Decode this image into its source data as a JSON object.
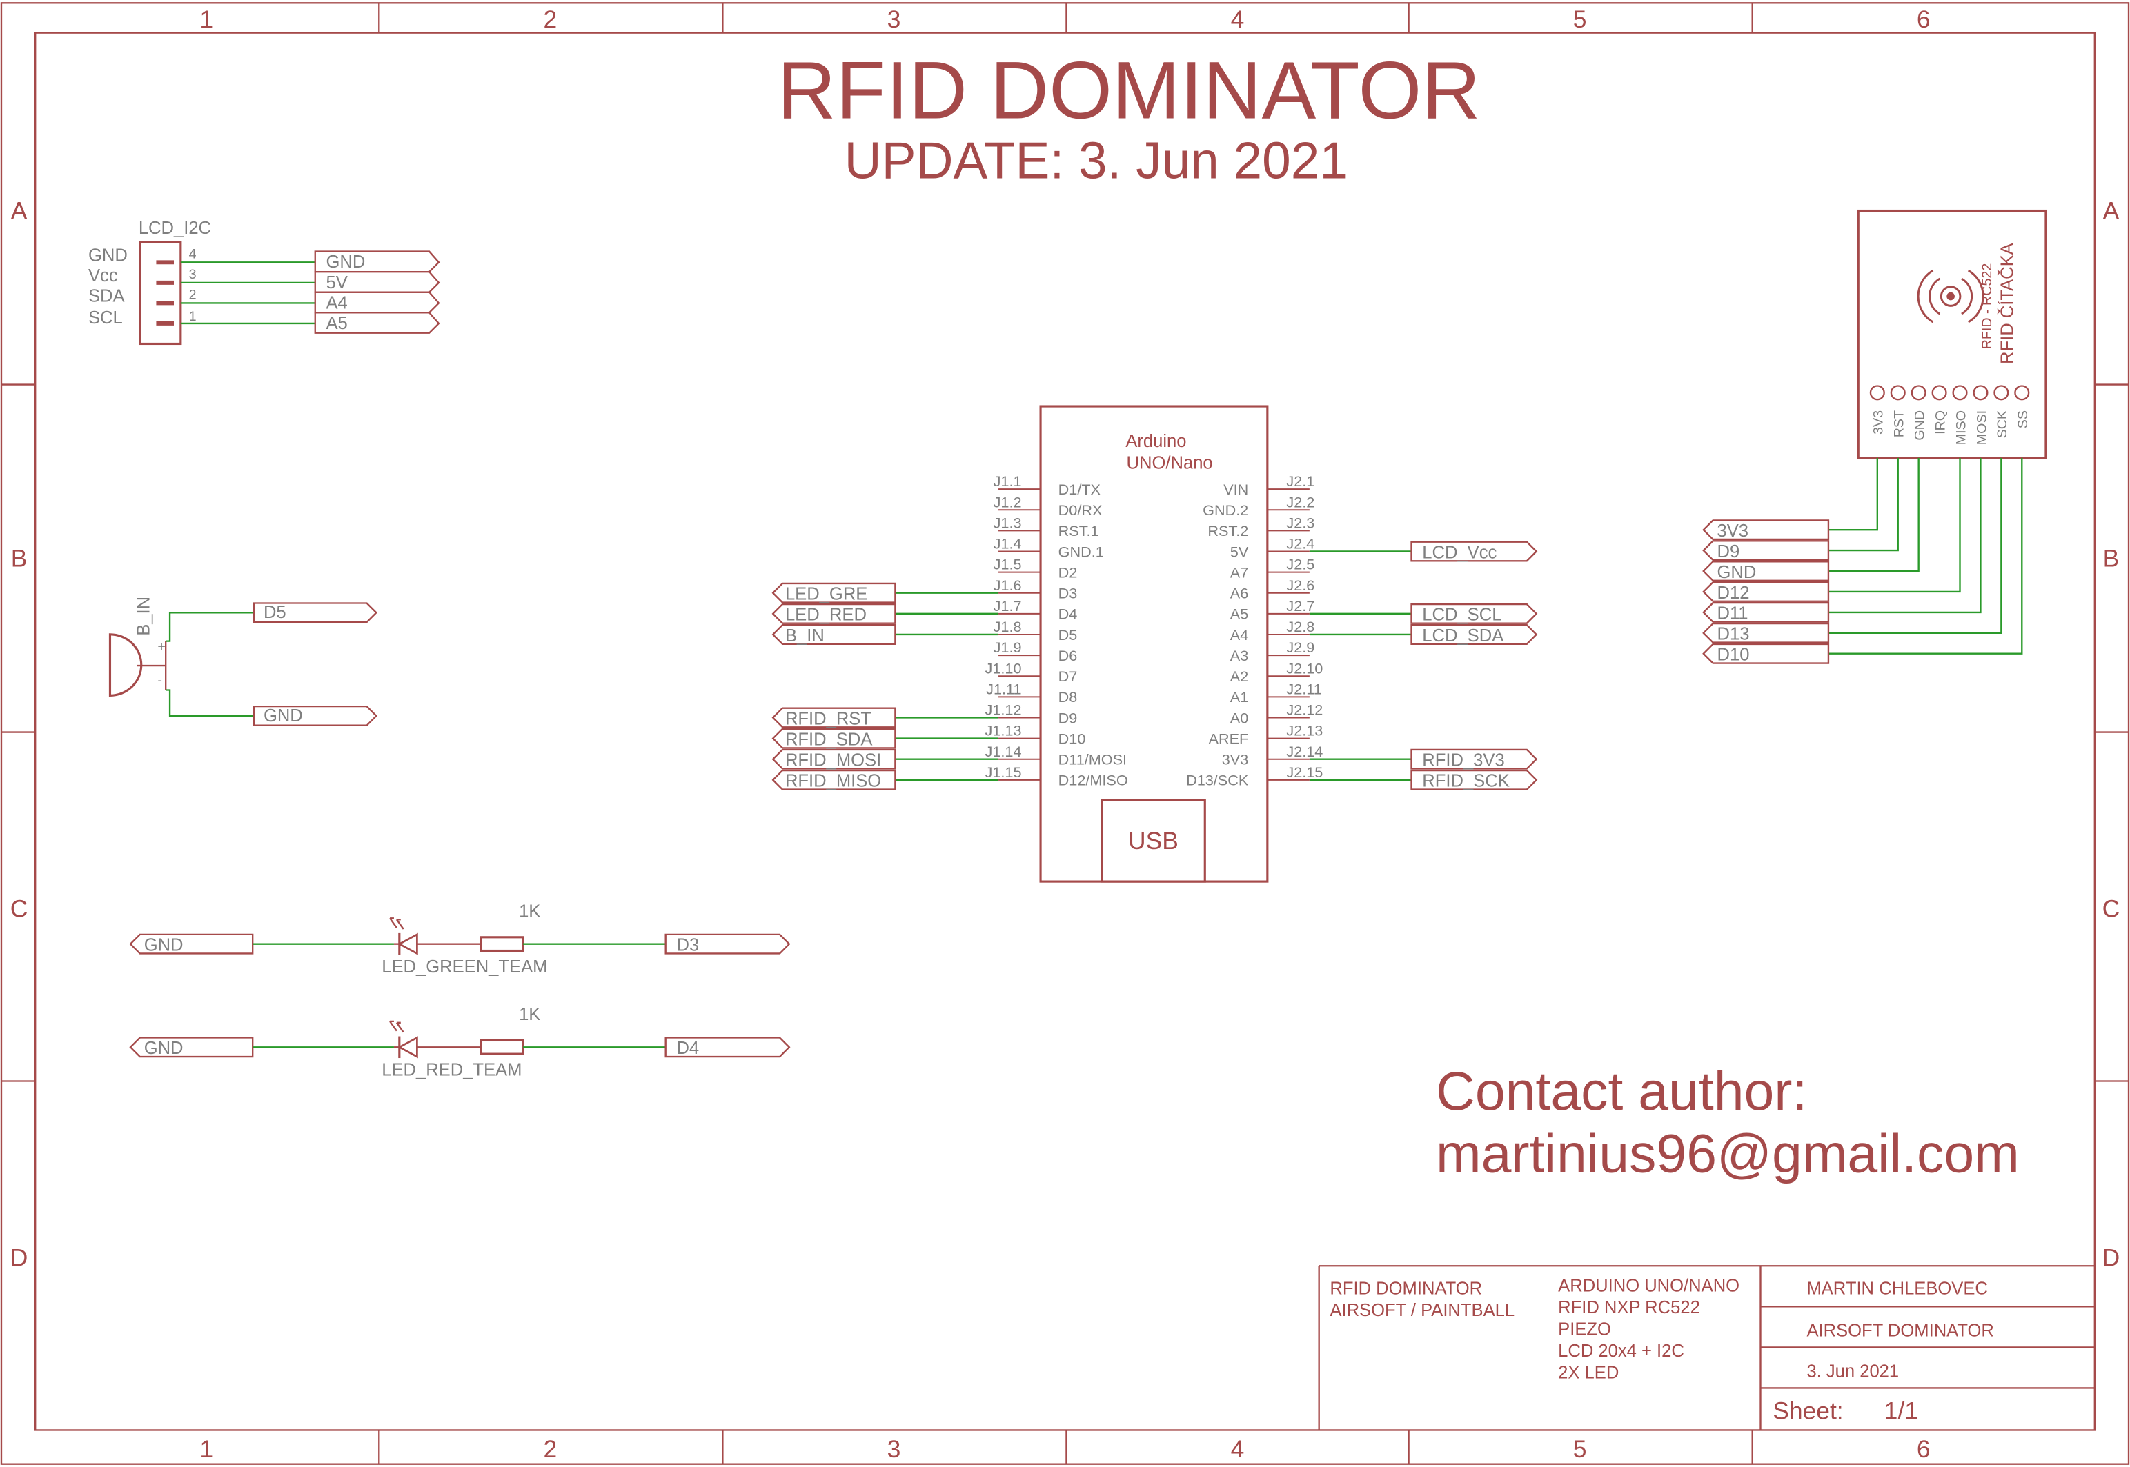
{
  "title": "RFID DOMINATOR",
  "update": "UPDATE: 3. Jun 2021",
  "colors": {
    "frame": "#a54a4a",
    "wire": "#2a9a2a",
    "text": "#7f7f7f",
    "background": "#ffffff"
  },
  "frame": {
    "columns": [
      "1",
      "2",
      "3",
      "4",
      "5",
      "6"
    ],
    "rows": [
      "A",
      "B",
      "C",
      "D"
    ]
  },
  "lcd": {
    "name": "LCD_I2C",
    "pins": [
      {
        "label": "GND",
        "num": "4",
        "net": "GND"
      },
      {
        "label": "Vcc",
        "num": "3",
        "net": "5V"
      },
      {
        "label": "SDA",
        "num": "2",
        "net": "A4"
      },
      {
        "label": "SCL",
        "num": "1",
        "net": "A5"
      }
    ]
  },
  "buzzer": {
    "name": "B_IN",
    "plus": "+",
    "minus": "-",
    "net_plus": "D5",
    "net_minus": "GND"
  },
  "arduino": {
    "name1": "Arduino",
    "name2": "UNO/Nano",
    "usb": "USB",
    "left": [
      {
        "pin": "J1.1",
        "func": "D1/TX"
      },
      {
        "pin": "J1.2",
        "func": "D0/RX"
      },
      {
        "pin": "J1.3",
        "func": "RST.1"
      },
      {
        "pin": "J1.4",
        "func": "GND.1"
      },
      {
        "pin": "J1.5",
        "func": "D2"
      },
      {
        "pin": "J1.6",
        "func": "D3",
        "net": "LED_GRE"
      },
      {
        "pin": "J1.7",
        "func": "D4",
        "net": "LED_RED"
      },
      {
        "pin": "J1.8",
        "func": "D5",
        "net": "B_IN"
      },
      {
        "pin": "J1.9",
        "func": "D6"
      },
      {
        "pin": "J1.10",
        "func": "D7"
      },
      {
        "pin": "J1.11",
        "func": "D8"
      },
      {
        "pin": "J1.12",
        "func": "D9",
        "net": "RFID_RST"
      },
      {
        "pin": "J1.13",
        "func": "D10",
        "net": "RFID_SDA"
      },
      {
        "pin": "J1.14",
        "func": "D11/MOSI",
        "net": "RFID_MOSI"
      },
      {
        "pin": "J1.15",
        "func": "D12/MISO",
        "net": "RFID_MISO"
      }
    ],
    "right": [
      {
        "pin": "J2.1",
        "func": "VIN"
      },
      {
        "pin": "J2.2",
        "func": "GND.2"
      },
      {
        "pin": "J2.3",
        "func": "RST.2"
      },
      {
        "pin": "J2.4",
        "func": "5V",
        "net": "LCD_Vcc"
      },
      {
        "pin": "J2.5",
        "func": "A7"
      },
      {
        "pin": "J2.6",
        "func": "A6"
      },
      {
        "pin": "J2.7",
        "func": "A5",
        "net": "LCD_SCL"
      },
      {
        "pin": "J2.8",
        "func": "A4",
        "net": "LCD_SDA"
      },
      {
        "pin": "J2.9",
        "func": "A3"
      },
      {
        "pin": "J2.10",
        "func": "A2"
      },
      {
        "pin": "J2.11",
        "func": "A1"
      },
      {
        "pin": "J2.12",
        "func": "A0"
      },
      {
        "pin": "J2.13",
        "func": "AREF"
      },
      {
        "pin": "J2.14",
        "func": "3V3",
        "net": "RFID_3V3"
      },
      {
        "pin": "J2.15",
        "func": "D13/SCK",
        "net": "RFID_SCK"
      }
    ]
  },
  "rfid": {
    "name": "RFID ČÍTAČKA",
    "subtitle": "RFID - RC522",
    "pins": [
      "3V3",
      "RST",
      "GND",
      "IRQ",
      "MISO",
      "MOSI",
      "SCK",
      "SS"
    ],
    "nets": [
      "3V3",
      "D9",
      "GND",
      "D12",
      "D11",
      "D13",
      "D10"
    ]
  },
  "leds": [
    {
      "name": "LED_GREEN_TEAM",
      "resistor": "1K",
      "gnd": "GND",
      "net": "D3"
    },
    {
      "name": "LED_RED_TEAM",
      "resistor": "1K",
      "gnd": "GND",
      "net": "D4"
    }
  ],
  "contact": {
    "line1": "Contact author:",
    "line2": "martinius96@gmail.com"
  },
  "titleblock": {
    "left": [
      "RFID DOMINATOR",
      "AIRSOFT / PAINTBALL"
    ],
    "middle": [
      "ARDUINO UNO/NANO",
      "RFID NXP RC522",
      "PIEZO",
      "LCD 20x4 + I2C",
      "2X LED"
    ],
    "author": "MARTIN CHLEBOVEC",
    "project": "AIRSOFT DOMINATOR",
    "date": "3. Jun 2021",
    "sheet_label": "Sheet:",
    "sheet_value": "1/1"
  }
}
